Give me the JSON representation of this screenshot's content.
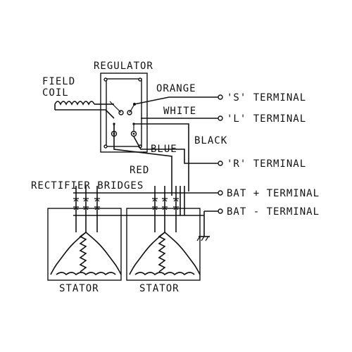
{
  "labels": {
    "regulator": "REGULATOR",
    "field": "FIELD",
    "coil": "COIL",
    "orange": "ORANGE",
    "white": "WHITE",
    "black": "BLACK",
    "blue": "BLUE",
    "red": "RED",
    "rectifier_bridges": "RECTIFIER BRIDGES",
    "s_terminal": "'S' TERMINAL",
    "l_terminal": "'L' TERMINAL",
    "r_terminal": "'R' TERMINAL",
    "bat_plus": "BAT + TERMINAL",
    "bat_minus": "BAT - TERMINAL",
    "stator_left": "STATOR",
    "stator_right": "STATOR"
  }
}
